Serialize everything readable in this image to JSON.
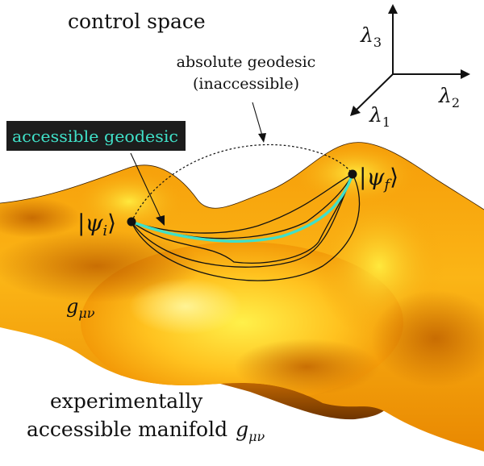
{
  "texts": {
    "control_space": "control space",
    "absolute_geodesic_line1": "absolute geodesic",
    "absolute_geodesic_line2": "(inaccessible)",
    "accessible_geodesic": "accessible geodesic",
    "manifold_line1": "experimentally",
    "manifold_line2": "accessible manifold",
    "metric_symbol": "g",
    "metric_subscript": "μν",
    "psi": "ψ",
    "psi_i_sub": "i",
    "psi_f_sub": "f",
    "ket_open": "|",
    "ket_close": "⟩",
    "lambda": "λ",
    "axis_1": "1",
    "axis_2": "2",
    "axis_3": "3"
  },
  "colors": {
    "surface_light": "#ffe23a",
    "surface_mid": "#f7a90c",
    "surface_dark": "#b85a00",
    "accessible_geodesic": "#40e0c8",
    "label_box": "#1c1c1c"
  }
}
